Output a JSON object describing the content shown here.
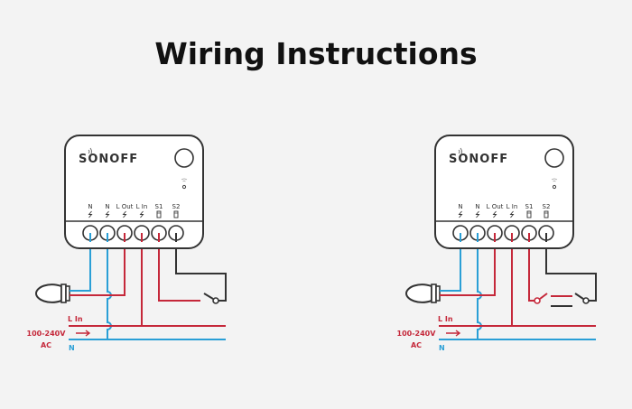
{
  "title": "Wiring Instructions",
  "colors": {
    "live": "#c5283a",
    "neutral": "#2a9fd6",
    "switch_wire": "#333333",
    "device_outline": "#333333",
    "background": "#f3f3f3"
  },
  "diagrams": [
    {
      "id": "single-switch",
      "device": {
        "brand": "SONOFF",
        "terminals": [
          "N",
          "N",
          "L Out",
          "L In",
          "S1",
          "S2"
        ]
      },
      "supply": {
        "voltage_label": "100-240V",
        "ac_label": "AC",
        "live_label": "L In",
        "neutral_label": "N"
      },
      "switch_type": "single"
    },
    {
      "id": "two-way-switch",
      "device": {
        "brand": "SONOFF",
        "terminals": [
          "N",
          "N",
          "L Out",
          "L In",
          "S1",
          "S2"
        ]
      },
      "supply": {
        "voltage_label": "100-240V",
        "ac_label": "AC",
        "live_label": "L In",
        "neutral_label": "N"
      },
      "switch_type": "two-way"
    }
  ]
}
